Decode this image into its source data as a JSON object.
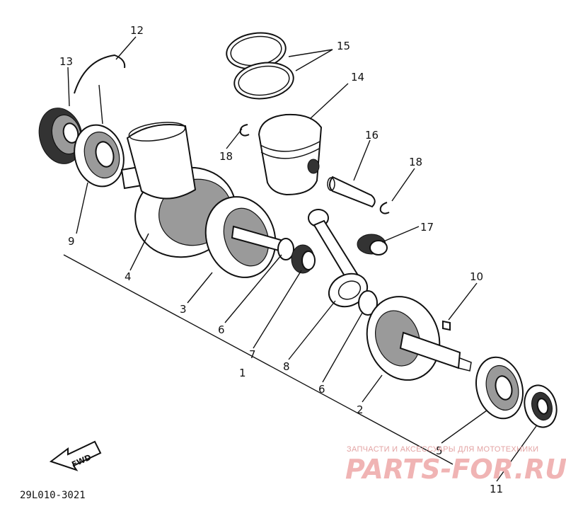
{
  "labels": {
    "p1": "1",
    "p2": "2",
    "p3": "3",
    "p4": "4",
    "p5": "5",
    "p6a": "6",
    "p6b": "6",
    "p7": "7",
    "p8": "8",
    "p9": "9",
    "p10": "10",
    "p11": "11",
    "p12": "12",
    "p13": "13",
    "p14": "14",
    "p15": "15",
    "p16": "16",
    "p17": "17",
    "p18a": "18",
    "p18b": "18"
  },
  "fwd_label": "FWD",
  "drawing_code": "29L010-3021",
  "watermark": {
    "tagline": "ЗАПЧАСТИ И АКСЕССУАРЫ ДЛЯ МОТОТЕХНИКИ",
    "brand": "PARTS-FOR.RU"
  }
}
